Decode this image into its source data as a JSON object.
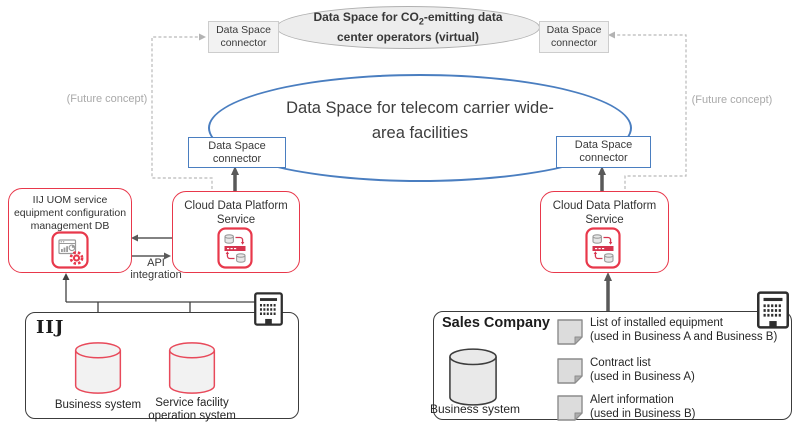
{
  "colors": {
    "accent_red": "#e8384b",
    "accent_blue": "#4a7ec0",
    "dashed_gray": "#b9b9b9",
    "arrow_dark": "#595959",
    "ellipse_gray_fill": "#ededed"
  },
  "virtual_dataspace": {
    "line1_pre": "Data Space for CO",
    "line1_sub": "2",
    "line1_post": "-emitting data",
    "line2": "center operators (virtual)"
  },
  "telecom_dataspace": {
    "title": "Data Space for telecom carrier wide-area facilities"
  },
  "connector_label": "Data Space connector",
  "future_concept_label": "(Future concept)",
  "uom_box": {
    "line1": "IIJ UOM service",
    "line2": "equipment configuration",
    "line3": "management DB"
  },
  "cloud_service": {
    "title": "Cloud Data Platform Service"
  },
  "api_integration_label": "API integration",
  "iij": {
    "name": "IIJ",
    "business_system": "Business system",
    "service_facility": "Service facility operation system"
  },
  "sales": {
    "name": "Sales Company",
    "business_system": "Business system",
    "documents": [
      {
        "title": "List of installed equipment",
        "note": "(used in Business A and Business B)"
      },
      {
        "title": "Contract list",
        "note": "(used in Business A)"
      },
      {
        "title": "Alert information",
        "note": "(used in Business B)"
      }
    ]
  },
  "icons": {
    "uom": "dashboard-gear-icon",
    "cloud": "database-sync-icon",
    "building": "office-building-icon",
    "cylinder": "database-cylinder-icon",
    "document": "document-icon"
  }
}
